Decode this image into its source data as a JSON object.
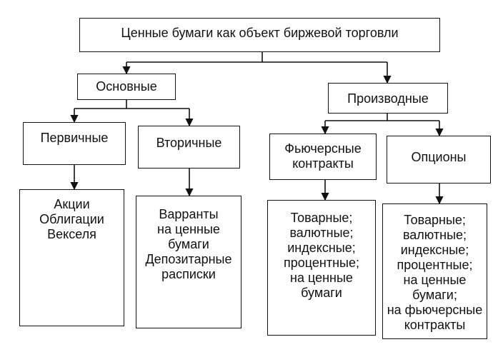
{
  "diagram": {
    "root": "Ценные бумаги как объект биржевой торговли",
    "main": {
      "basic": "Основные",
      "derivative": "Производные"
    },
    "sub": {
      "primary": "Первичные",
      "secondary": "Вторичные",
      "futures": "Фьючерсные\nконтракты",
      "options": "Опционы"
    },
    "leaves": {
      "primary": "Акции\nОблигации\nВекселя",
      "secondary": "Варранты\nна ценные\nбумаги\nДепозитарные\nрасписки",
      "futures": "Товарные;\nвалютные;\nиндексные;\nпроцентные;\nна ценные\nбумаги",
      "options": "Товарные;\nвалютные;\nиндексные;\nпроцентные;\nна ценные\nбумаги;\nна фьючерсные\nконтракты"
    }
  }
}
